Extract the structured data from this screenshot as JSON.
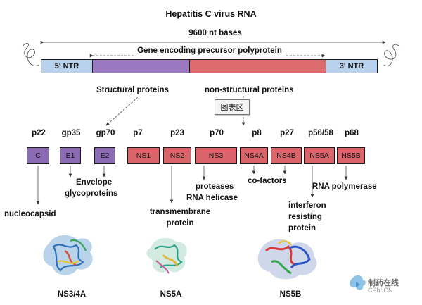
{
  "title": "Hepatitis C virus RNA",
  "length_label": "9600 nt bases",
  "gene_label": "Gene encoding precursor polyprotein",
  "ntr5": "5' NTR",
  "ntr3": "3' NTR",
  "group_structural": "Structural proteins",
  "group_nonstructural": "non-structural proteins",
  "chart_tag": "图表区",
  "proteins": [
    {
      "size": "p22",
      "name": "C"
    },
    {
      "size": "gp35",
      "name": "E1"
    },
    {
      "size": "gp70",
      "name": "E2"
    },
    {
      "size": "p7",
      "name": "NS1"
    },
    {
      "size": "p23",
      "name": "NS2"
    },
    {
      "size": "p70",
      "name": "NS3"
    },
    {
      "size": "p8",
      "name": "NS4A"
    },
    {
      "size": "p27",
      "name": "NS4B"
    },
    {
      "size": "p56/58",
      "name": "NS5A"
    },
    {
      "size": "p68",
      "name": "NS5B"
    }
  ],
  "descriptions": {
    "nucleocapsid": "nucleocapsid",
    "envelope_1": "Envelope",
    "envelope_2": "glycoproteins",
    "transmembrane_1": "transmembrane",
    "transmembrane_2": "protein",
    "proteases": "proteases",
    "rna_helicase": "RNA helicase",
    "cofactors": "co-factors",
    "interferon_1": "interferon",
    "interferon_2": "resisting",
    "interferon_3": "protein",
    "rna_polymerase": "RNA polymerase"
  },
  "structure_labels": [
    "NS3/4A",
    "NS5A",
    "NS5B"
  ],
  "watermark": {
    "cn": "制药在线",
    "en": "CPhI.CN"
  },
  "colors": {
    "structural": "#8c6bb5",
    "nonstructural": "#d9646a",
    "ntr": "#b8d1ec"
  }
}
